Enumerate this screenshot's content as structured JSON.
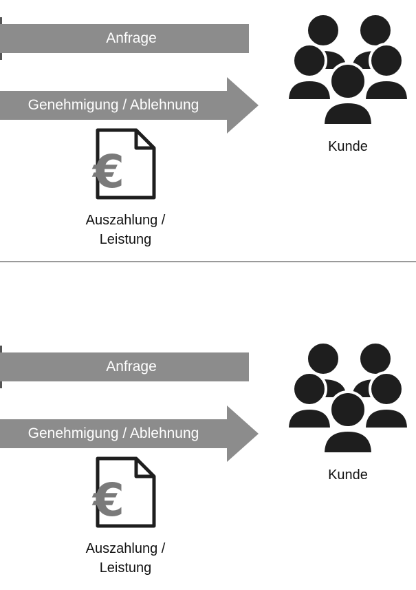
{
  "panels": [
    {
      "request_label": "Anfrage",
      "response_label": "Genehmigung  / Ablehnung",
      "payout_label_line1": "Auszahlung  /",
      "payout_label_line2": "Leistung",
      "customer_label": "Kunde"
    },
    {
      "request_label": "Anfrage",
      "response_label": "Genehmigung  / Ablehnung",
      "payout_label_line1": "Auszahlung  /",
      "payout_label_line2": "Leistung",
      "customer_label": "Kunde"
    }
  ],
  "icons": {
    "document": "euro-document-icon",
    "customers": "customer-group-icon"
  },
  "colors": {
    "arrow": "#8c8c8c",
    "icon": "#1e1e1e",
    "euro": "#7a7a7a",
    "separator": "#9a9a9a"
  }
}
